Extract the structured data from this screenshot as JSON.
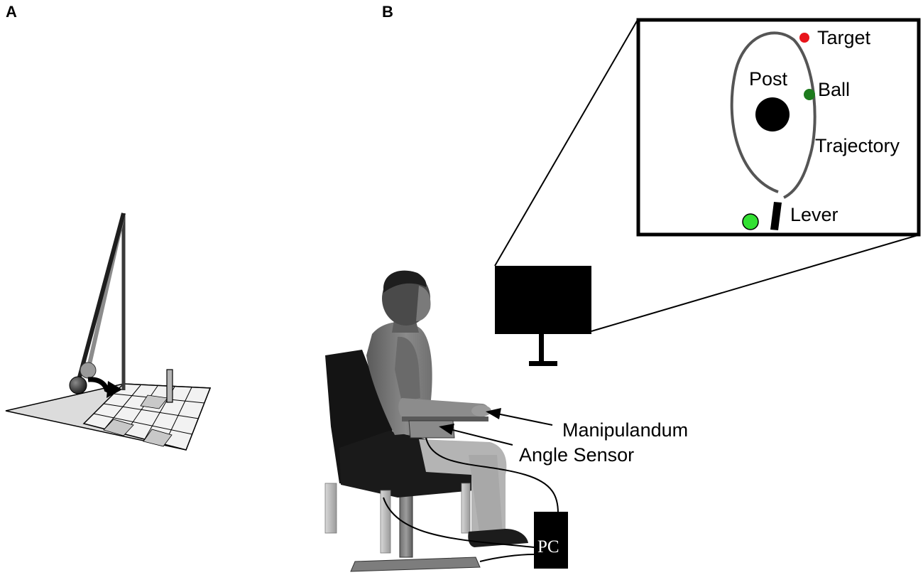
{
  "panels": {
    "a": "A",
    "b": "B"
  },
  "inset_labels": {
    "target": "Target",
    "post": "Post",
    "ball": "Ball",
    "trajectory": "Trajectory",
    "lever": "Lever"
  },
  "setup_labels": {
    "manipulandum": "Manipulandum",
    "angle_sensor": "Angle Sensor",
    "pc": "PC"
  },
  "colors": {
    "target": "#e8141b",
    "ball": "#1e7b1e",
    "start": "#33e033",
    "trajectory": "#555555"
  }
}
